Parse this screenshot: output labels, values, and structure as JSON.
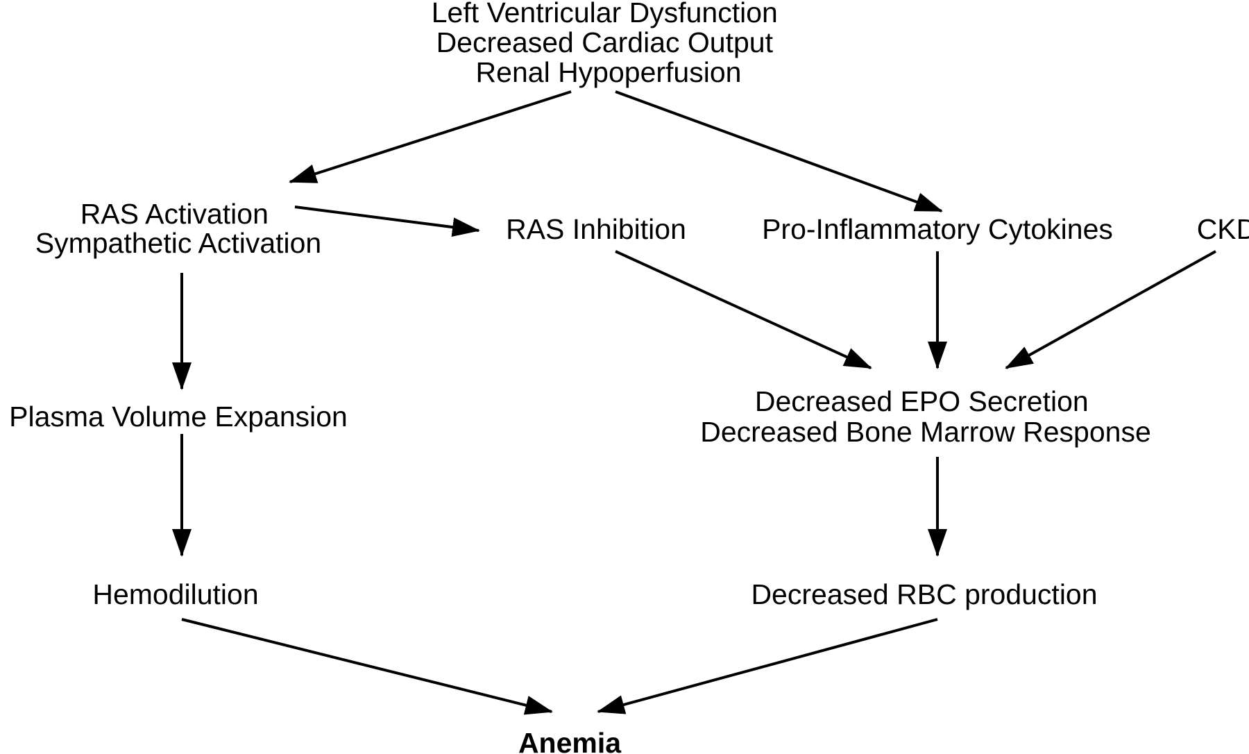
{
  "nodes": {
    "lv_dysfunction": {
      "lines": [
        "Left Ventricular Dysfunction",
        "Decreased Cardiac Output",
        "Renal Hypoperfusion"
      ]
    },
    "ras_activation": {
      "lines": [
        "RAS Activation",
        "Sympathetic Activation"
      ]
    },
    "ras_inhibition": {
      "lines": [
        "RAS Inhibition"
      ]
    },
    "cytokines": {
      "lines": [
        "Pro-Inflammatory Cytokines"
      ]
    },
    "ckd": {
      "lines": [
        "CKD"
      ]
    },
    "plasma_volume": {
      "lines": [
        "Plasma Volume Expansion"
      ]
    },
    "epo": {
      "lines": [
        "Decreased EPO Secretion",
        "Decreased Bone Marrow Response"
      ]
    },
    "hemodilution": {
      "lines": [
        "Hemodilution"
      ]
    },
    "rbc": {
      "lines": [
        "Decreased RBC production"
      ]
    },
    "anemia": {
      "lines": [
        "Anemia"
      ]
    }
  },
  "edges": [
    {
      "from": "lv_dysfunction",
      "to": "ras_activation"
    },
    {
      "from": "lv_dysfunction",
      "to": "cytokines"
    },
    {
      "from": "ras_activation",
      "to": "ras_inhibition"
    },
    {
      "from": "ras_activation",
      "to": "plasma_volume"
    },
    {
      "from": "ras_inhibition",
      "to": "epo"
    },
    {
      "from": "cytokines",
      "to": "epo"
    },
    {
      "from": "ckd",
      "to": "epo"
    },
    {
      "from": "plasma_volume",
      "to": "hemodilution"
    },
    {
      "from": "epo",
      "to": "rbc"
    },
    {
      "from": "hemodilution",
      "to": "anemia"
    },
    {
      "from": "rbc",
      "to": "anemia"
    }
  ]
}
